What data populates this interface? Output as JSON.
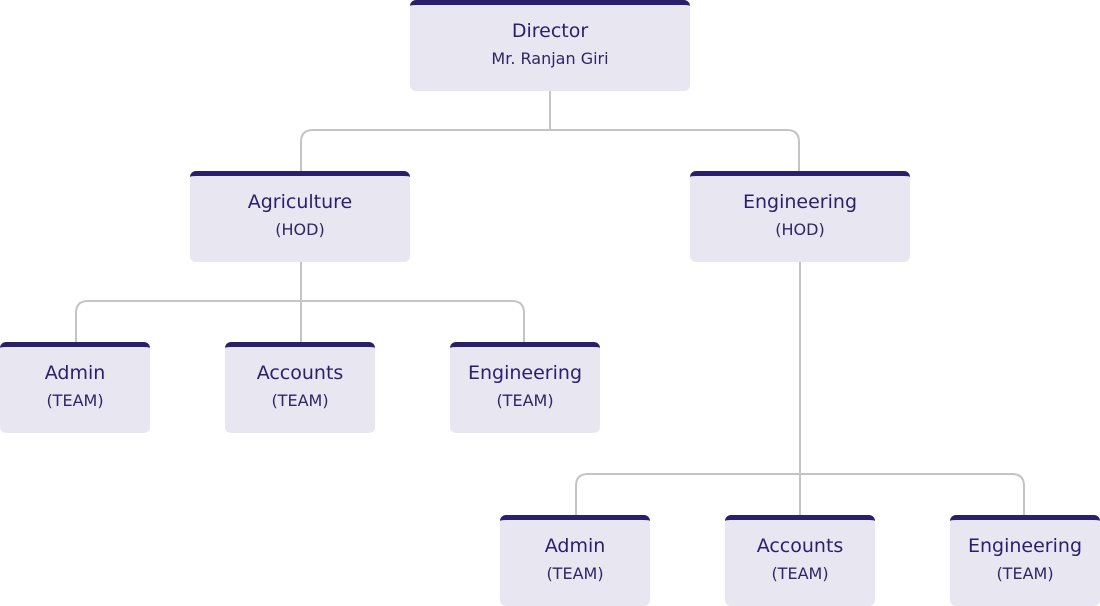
{
  "colors": {
    "accent": "#2a1f6b",
    "node_bg": "#e8e6f1",
    "connector": "#c4c4c4"
  },
  "director": {
    "title": "Director",
    "subtitle": "Mr. Ranjan Giri"
  },
  "hods": [
    {
      "title": "Agriculture",
      "subtitle": "(HOD)"
    },
    {
      "title": "Engineering",
      "subtitle": "(HOD)"
    }
  ],
  "agri_teams": [
    {
      "title": "Admin",
      "subtitle": "(TEAM)"
    },
    {
      "title": "Accounts",
      "subtitle": "(TEAM)"
    },
    {
      "title": "Engineering",
      "subtitle": "(TEAM)"
    }
  ],
  "eng_teams": [
    {
      "title": "Admin",
      "subtitle": "(TEAM)"
    },
    {
      "title": "Accounts",
      "subtitle": "(TEAM)"
    },
    {
      "title": "Engineering",
      "subtitle": "(TEAM)"
    }
  ]
}
